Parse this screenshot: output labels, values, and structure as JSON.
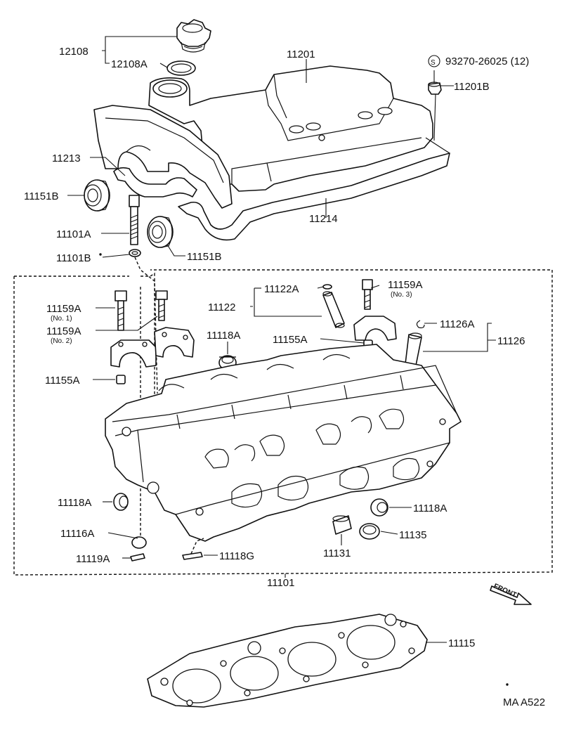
{
  "parts": {
    "p12108": "12108",
    "p12108A": "12108A",
    "p11201": "11201",
    "p93270": "93270-26025 (12)",
    "p93270_symbol": "S",
    "p11201B": "11201B",
    "p11213": "11213",
    "p11151B_left": "11151B",
    "p11151B_right": "11151B",
    "p11214": "11214",
    "p11101A": "11101A",
    "p11101B": "11101B",
    "p11122A": "11122A",
    "p11122": "11122",
    "p11159A_no1": "11159A",
    "p11159A_no1_note": "(No. 1)",
    "p11159A_no2": "11159A",
    "p11159A_no2_note": "(No. 2)",
    "p11159A_no3": "11159A",
    "p11159A_no3_note": "(No. 3)",
    "p11126A": "11126A",
    "p11126": "11126",
    "p11118A_top": "11118A",
    "p11155A_top": "11155A",
    "p11155A_left": "11155A",
    "p11118A_left": "11118A",
    "p11118A_right": "11118A",
    "p11116A": "11116A",
    "p11135": "11135",
    "p11131": "11131",
    "p11119A": "11119A",
    "p11118G": "11118G",
    "p11101": "11101",
    "p11115": "11115"
  },
  "front_label": "FRONT",
  "diagram_code": "MA A522"
}
